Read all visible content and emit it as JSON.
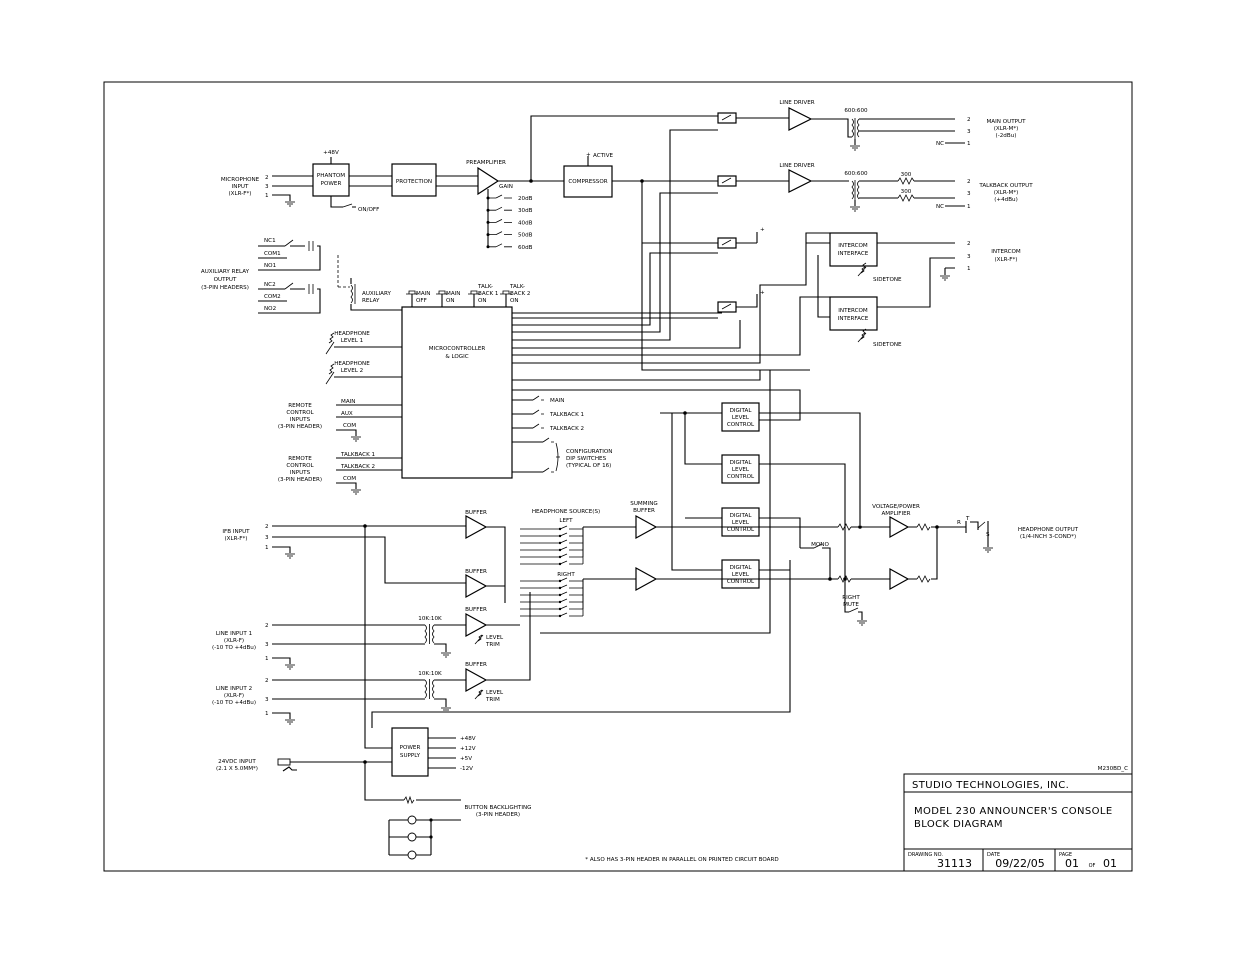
{
  "title_block": {
    "company": "STUDIO TECHNOLOGIES, INC.",
    "title_line1": "MODEL 230 ANNOUNCER'S CONSOLE",
    "title_line2": "BLOCK DIAGRAM",
    "drawing_no_label": "DRAWING NO.",
    "drawing_no": "31113",
    "date_label": "DATE",
    "date": "09/22/05",
    "page_label": "PAGE",
    "page": "01",
    "page_of": "OF",
    "page_total": "01",
    "revision": "M230BD_C"
  },
  "footnote": "* ALSO HAS 3-PIN HEADER IN PARALLEL ON PRINTED CIRCUIT BOARD",
  "blocks": {
    "phantom_power": [
      "PHANTOM",
      "POWER"
    ],
    "protection": "PROTECTION",
    "compressor": "COMPRESSOR",
    "microcontroller": [
      "MICROCONTROLLER",
      "& LOGIC"
    ],
    "intercom_interface": [
      "INTERCOM",
      "INTERFACE"
    ],
    "digital_level_control": [
      "DIGITAL",
      "LEVEL",
      "CONTROL"
    ],
    "power_supply": [
      "POWER",
      "SUPPLY"
    ]
  },
  "labels": {
    "microphone_input": [
      "MICROPHONE",
      "INPUT",
      "(XLR-F*)"
    ],
    "plus48v": "+48V",
    "on_off": "ON/OFF",
    "preamplifier": "PREAMPLIFIER",
    "gain": "GAIN",
    "gain_steps": [
      "20dB",
      "30dB",
      "40dB",
      "50dB",
      "60dB"
    ],
    "active": "ACTIVE",
    "line_driver": "LINE DRIVER",
    "xfmr_600": "600:600",
    "r300": "300",
    "main_output": [
      "MAIN OUTPUT",
      "(XLR-M*)",
      "(-2dBu)"
    ],
    "talkback_output": [
      "TALKBACK OUTPUT",
      "(XLR-M*)",
      "(+4dBu)"
    ],
    "intercom": [
      "INTERCOM",
      "(XLR-F*)"
    ],
    "nc": "NC",
    "sidetone": "SIDETONE",
    "aux_relay_output": [
      "AUXILIARY RELAY",
      "OUTPUT",
      "(3-PIN HEADERS)"
    ],
    "relay_contacts1": [
      "NC1",
      "COM1",
      "NO1"
    ],
    "relay_contacts2": [
      "NC2",
      "COM2",
      "NO2"
    ],
    "auxiliary_relay": [
      "AUXILIARY",
      "RELAY"
    ],
    "main_off": [
      "MAIN",
      "OFF"
    ],
    "main_on": [
      "MAIN",
      "ON"
    ],
    "talkback1_on": [
      "TALK-",
      "BACK 1",
      "ON"
    ],
    "talkback2_on": [
      "TALK-",
      "BACK 2",
      "ON"
    ],
    "hp_level1": [
      "HEADPHONE",
      "LEVEL 1"
    ],
    "hp_level2": [
      "HEADPHONE",
      "LEVEL 2"
    ],
    "remote_control1": [
      "REMOTE",
      "CONTROL",
      "INPUTS",
      "(3-PIN HEADER)"
    ],
    "remote1_pins": [
      "MAIN",
      "AUX",
      "COM"
    ],
    "remote_control2": [
      "REMOTE",
      "CONTROL",
      "INPUTS",
      "(3-PIN HEADER)"
    ],
    "remote2_pins": [
      "TALKBACK 1",
      "TALKBACK 2",
      "COM"
    ],
    "switch_main": "MAIN",
    "switch_tb1": "TALKBACK 1",
    "switch_tb2": "TALKBACK 2",
    "config_dip": [
      "CONFIGURATION",
      "DIP SWITCHES",
      "(TYPICAL OF 16)"
    ],
    "ifb_input": [
      "IFB INPUT",
      "(XLR-F*)"
    ],
    "buffer": "BUFFER",
    "headphone_sources": "HEADPHONE SOURCE(S)",
    "left": "LEFT",
    "right": "RIGHT",
    "summing_buffer": [
      "SUMMING",
      "BUFFER"
    ],
    "voltage_power_amp": [
      "VOLTAGE/POWER",
      "AMPLIFIER"
    ],
    "headphone_output": [
      "HEADPHONE OUTPUT",
      "(1/4-INCH 3-COND*)"
    ],
    "mono": "MONO",
    "right_mute": [
      "RIGHT",
      "MUTE"
    ],
    "line_input1": [
      "LINE INPUT 1",
      "(XLR-F)",
      "(-10 TO +4dBu)"
    ],
    "line_input2": [
      "LINE INPUT 2",
      "(XLR-F)",
      "(-10 TO +4dBu)"
    ],
    "xfmr_10k": "10K:10K",
    "level_trim": [
      "LEVEL",
      "TRIM"
    ],
    "dc_input": [
      "24VDC INPUT",
      "(2.1 X 5.0MM*)"
    ],
    "rails": [
      "+48V",
      "+12V",
      "+5V",
      "-12V"
    ],
    "button_backlighting": [
      "BUTTON BACKLIGHTING",
      "(3-PIN HEADER)"
    ],
    "pin1": "1",
    "pin2": "2",
    "pin3": "3",
    "jack_t": "T",
    "jack_r": "R",
    "jack_s": "S"
  }
}
